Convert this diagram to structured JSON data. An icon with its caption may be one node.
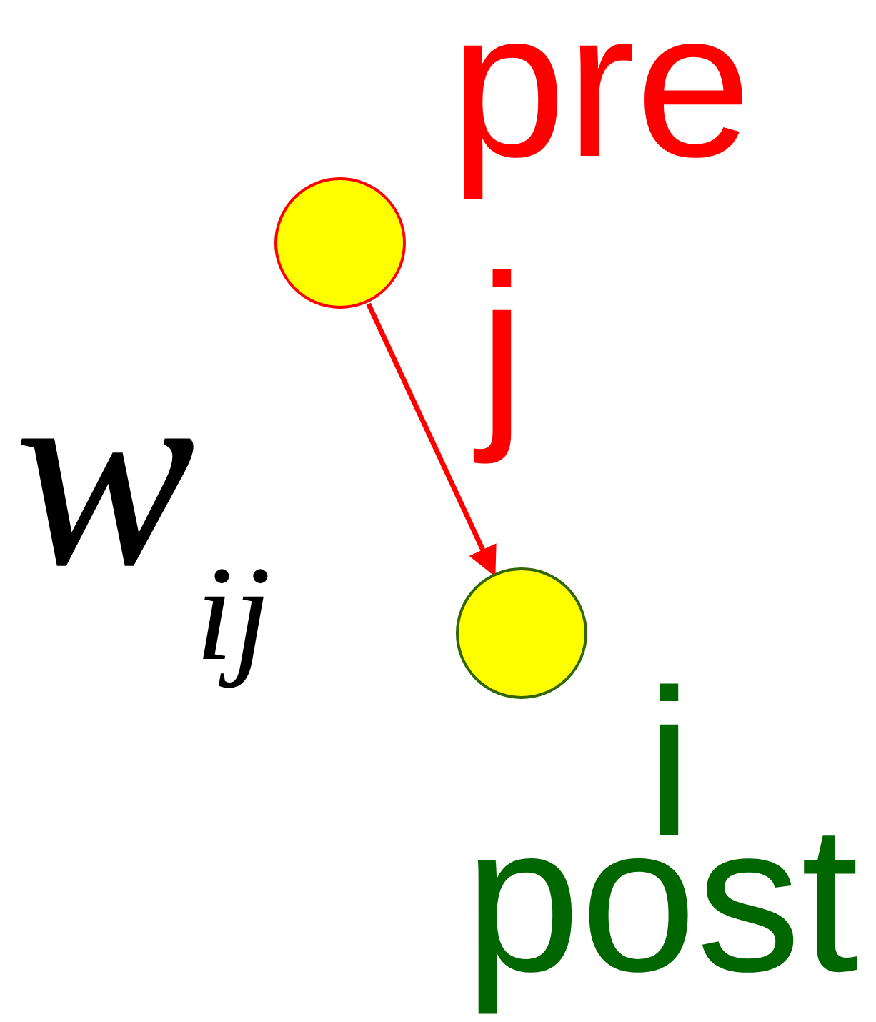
{
  "diagram": {
    "nodes": [
      {
        "text": [],
        "shape": "circle",
        "beside": [
          "pre",
          "j"
        ]
      },
      {
        "text": [],
        "shape": "circle",
        "beside": [
          "i",
          "post"
        ]
      }
    ],
    "edges": [
      {
        "from": 0,
        "to": 1,
        "arrow": "to",
        "color": "#ff0000"
      }
    ],
    "labels": [
      "w$_{ij}$"
    ]
  }
}
